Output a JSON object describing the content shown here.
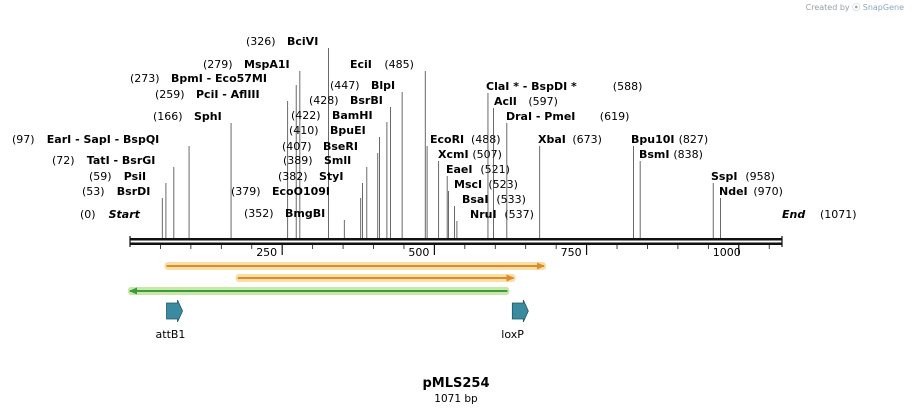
{
  "credit": {
    "prefix": "Created by",
    "brand": "SnapGene"
  },
  "map": {
    "name": "pMLS254",
    "length_label": "1071 bp",
    "length": 1071
  },
  "ruler": [
    {
      "pos": 250,
      "label": "250"
    },
    {
      "pos": 500,
      "label": "500"
    },
    {
      "pos": 750,
      "label": "750"
    },
    {
      "pos": 1000,
      "label": "1000"
    }
  ],
  "sites": [
    {
      "pos": 0,
      "label": "(0)",
      "name": "Start",
      "italic": true
    },
    {
      "pos": 1071,
      "label": "(1071)",
      "name": "End",
      "italic": true
    },
    {
      "pos": 53,
      "label": "(53)",
      "name": "BsrDI"
    },
    {
      "pos": 59,
      "label": "(59)",
      "name": "PsiI"
    },
    {
      "pos": 72,
      "label": "(72)",
      "name": "TatI  -  BsrGI"
    },
    {
      "pos": 97,
      "label": "(97)",
      "name": "EarI  -  SapI  -  BspQI"
    },
    {
      "pos": 166,
      "label": "(166)",
      "name": "SphI"
    },
    {
      "pos": 259,
      "label": "(259)",
      "name": "PciI  -  AflIII"
    },
    {
      "pos": 273,
      "label": "(273)",
      "name": "BpmI  -  Eco57MI"
    },
    {
      "pos": 279,
      "label": "(279)",
      "name": "MspA1I"
    },
    {
      "pos": 326,
      "label": "(326)",
      "name": "BciVI"
    },
    {
      "pos": 352,
      "label": "(352)",
      "name": "BmgBI"
    },
    {
      "pos": 379,
      "label": "(379)",
      "name": "EcoO109I"
    },
    {
      "pos": 382,
      "label": "(382)",
      "name": "StyI"
    },
    {
      "pos": 389,
      "label": "(389)",
      "name": "SmlI"
    },
    {
      "pos": 407,
      "label": "(407)",
      "name": "BseRI"
    },
    {
      "pos": 410,
      "label": "(410)",
      "name": "BpuEI"
    },
    {
      "pos": 422,
      "label": "(422)",
      "name": "BamHI"
    },
    {
      "pos": 428,
      "label": "(428)",
      "name": "BsrBI"
    },
    {
      "pos": 447,
      "label": "(447)",
      "name": "BlpI"
    },
    {
      "pos": 485,
      "label": "(485)",
      "name": "EciI"
    },
    {
      "pos": 488,
      "label": "(488)",
      "name": "EcoRI"
    },
    {
      "pos": 507,
      "label": "(507)",
      "name": "XcmI"
    },
    {
      "pos": 521,
      "label": "(521)",
      "name": "EaeI"
    },
    {
      "pos": 523,
      "label": "(523)",
      "name": "MscI"
    },
    {
      "pos": 533,
      "label": "(533)",
      "name": "BsaI"
    },
    {
      "pos": 537,
      "label": "(537)",
      "name": "NruI"
    },
    {
      "pos": 588,
      "label": "(588)",
      "name": "ClaI *  -  BspDI *"
    },
    {
      "pos": 597,
      "label": "(597)",
      "name": "AclI"
    },
    {
      "pos": 619,
      "label": "(619)",
      "name": "DraI  -  PmeI"
    },
    {
      "pos": 673,
      "label": "(673)",
      "name": "XbaI"
    },
    {
      "pos": 827,
      "label": "(827)",
      "name": "Bpu10I"
    },
    {
      "pos": 838,
      "label": "(838)",
      "name": "BsmI"
    },
    {
      "pos": 958,
      "label": "(958)",
      "name": "SspI"
    },
    {
      "pos": 970,
      "label": "(970)",
      "name": "NdeI"
    }
  ],
  "features": [
    {
      "name": "attB1",
      "start": 60,
      "end": 88,
      "direction": "forward",
      "color": "#3a8aa0"
    },
    {
      "name": "loxP",
      "start": 628,
      "end": 662,
      "direction": "forward",
      "color": "#3a8aa0"
    }
  ],
  "orfs": [
    {
      "start": 60,
      "end": 680,
      "direction": "forward",
      "color": "#e08a2a",
      "glow": "#f7e0a8"
    },
    {
      "start": 177,
      "end": 630,
      "direction": "forward",
      "color": "#e08a2a",
      "glow": "#f7e0a8"
    },
    {
      "start": 0,
      "end": 620,
      "direction": "reverse",
      "color": "#3d9a3d",
      "glow": "#c8e8a8"
    }
  ]
}
